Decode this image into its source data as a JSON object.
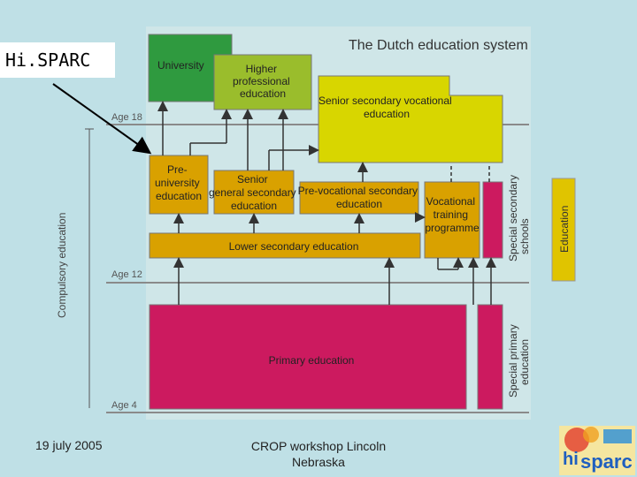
{
  "slide": {
    "label": "Hi.SPARC",
    "footer_date": "19 july 2005",
    "footer_event_line1": "CROP workshop Lincoln",
    "footer_event_line2": "Nebraska"
  },
  "diagram": {
    "title": "The Dutch education system",
    "ages": {
      "age18": "Age 18",
      "age12": "Age 12",
      "age4": "Age 4"
    },
    "compulsory": "Compulsory education",
    "legend": "Education",
    "boxes": {
      "university": "University",
      "hbo": [
        "Higher",
        "professional",
        "education"
      ],
      "mbo": [
        "Senior secondary vocational",
        "education"
      ],
      "vwo": [
        "Pre-",
        "university",
        "education"
      ],
      "havo": [
        "Senior",
        "general secondary",
        "education"
      ],
      "vmbo": [
        "Pre-vocational secondary",
        "education"
      ],
      "vocational": [
        "Vocational",
        "training",
        "programme"
      ],
      "lower": "Lower secondary education",
      "primary": "Primary education",
      "special_secondary": [
        "Special secondary",
        "schools"
      ],
      "special_primary": [
        "Special primary",
        "education"
      ]
    },
    "colors": {
      "orange": "#d9a100",
      "yellow": "#d8d600",
      "lime": "#9abd2c",
      "green": "#2f9a3f",
      "magenta": "#cc1a5f",
      "legend": "#e0c400"
    }
  },
  "logo": {
    "text": "sparc",
    "prefix": "hi"
  }
}
